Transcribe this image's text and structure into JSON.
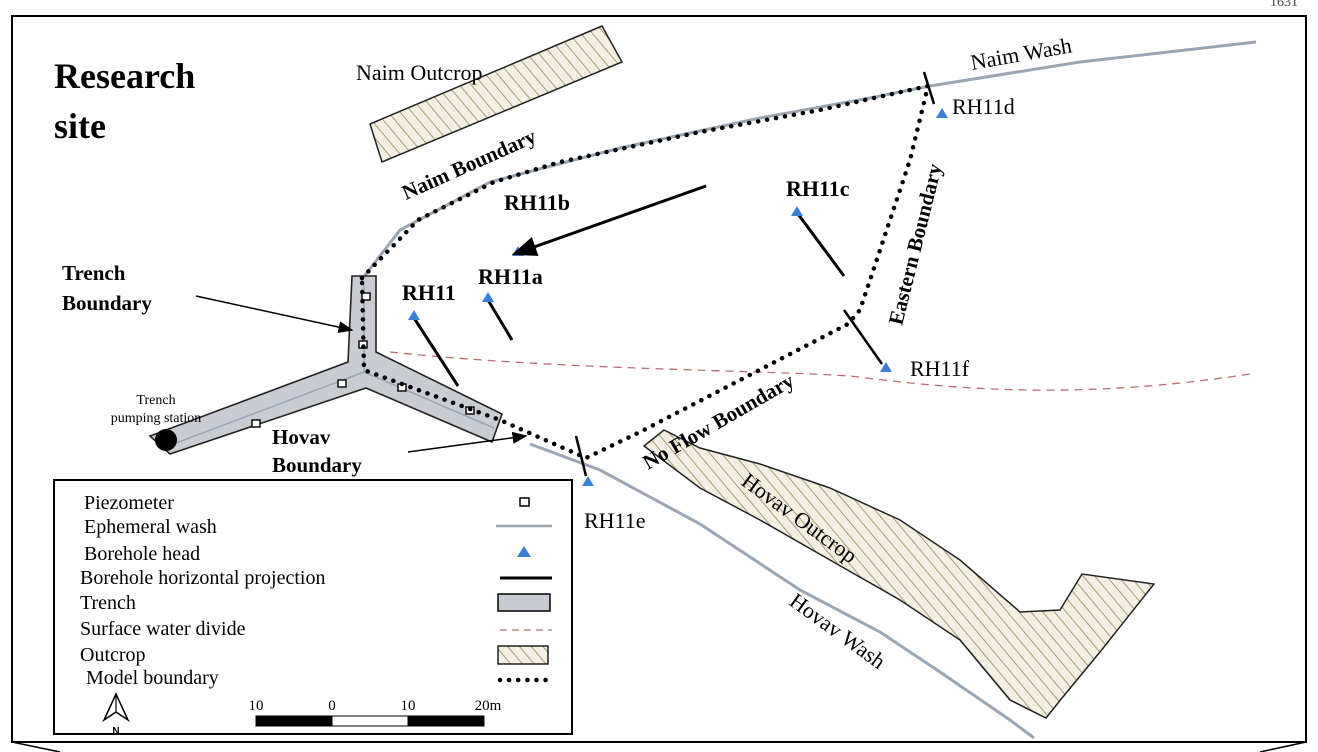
{
  "page_number": "1631",
  "title": {
    "line1": "Research",
    "line2": "site"
  },
  "outcrop_labels": {
    "naim": "Naim Outcrop",
    "hovav": "Hovav Outcrop"
  },
  "wash_labels": {
    "naim": "Naim Wash",
    "hovav": "Hovav Wash"
  },
  "boundary_labels": {
    "naim": "Naim Boundary",
    "eastern": "Eastern Boundary",
    "no_flow": "No Flow Boundary",
    "trench_line1": "Trench",
    "trench_line2": "Boundary",
    "hovav_line1": "Hovav",
    "hovav_line2": "Boundary"
  },
  "trench_station": {
    "line1": "Trench",
    "line2": "pumping station"
  },
  "boreholes": {
    "rh11": "RH11",
    "rh11a": "RH11a",
    "rh11b": "RH11b",
    "rh11c": "RH11c",
    "rh11d": "RH11d",
    "rh11e": "RH11e",
    "rh11f": "RH11f"
  },
  "legend": {
    "items": [
      "Piezometer",
      "Ephemeral wash",
      "Borehole head",
      "Borehole  horizontal projection",
      "Trench",
      "Surface water divide",
      "Outcrop",
      "Model boundary"
    ],
    "north": "N",
    "scale": [
      "10",
      "0",
      "10",
      "20m"
    ]
  },
  "colors": {
    "wash": "#9aa6b4",
    "borehole_head": "#3b7fd8",
    "trench_fill": "#c9ccd2",
    "divide": "#b86e6e",
    "outcrop_hatch": "#8a7a50",
    "outcrop_fill": "#f3efe2"
  }
}
